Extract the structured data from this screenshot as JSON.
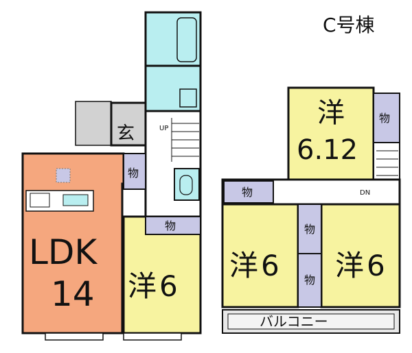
{
  "title": "C号棟",
  "colors": {
    "ldk": "#f5a77e",
    "western": "#f7f3a0",
    "wet": "#b9eef0",
    "storage": "#c8c8e6",
    "entrance": "#d2d2d2",
    "balcony": "#e8e8e8",
    "wall": "#111111"
  },
  "floor1": {
    "ldk_name": "LDK",
    "ldk_size": "14",
    "room_name": "洋",
    "room_size": "6",
    "entrance": "玄",
    "storage1": "物",
    "storage2": "物",
    "up": "UP"
  },
  "floor2": {
    "room_top_name": "洋",
    "room_top_size": "6.12",
    "room_left_name": "洋",
    "room_left_size": "6",
    "room_right_name": "洋",
    "room_right_size": "6",
    "storage_top": "物",
    "storage_hall": "物",
    "storage_mid1": "物",
    "storage_mid2": "物",
    "dn": "DN",
    "balcony": "バルコニー"
  }
}
